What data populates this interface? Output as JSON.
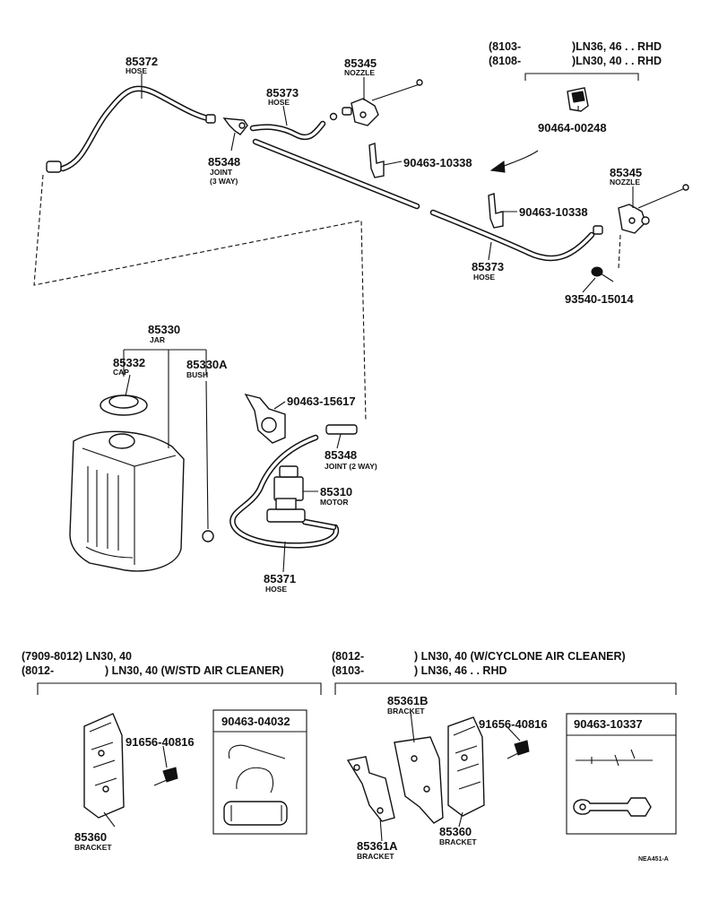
{
  "labels": {
    "hose_85372": {
      "pn": "85372",
      "name": "HOSE"
    },
    "nozzle_85345_top": {
      "pn": "85345",
      "name": "NOZZLE"
    },
    "hose_85373_top": {
      "pn": "85373",
      "name": "HOSE"
    },
    "joint_85348_top": {
      "pn": "85348",
      "name": "JOINT",
      "name2": "(3 WAY)"
    },
    "clip_90463_10338_a": {
      "pn": "90463-10338"
    },
    "clip_90463_10338_b": {
      "pn": "90463-10338"
    },
    "clip_90464_00248": {
      "pn": "90464-00248"
    },
    "nozzle_85345_right": {
      "pn": "85345",
      "name": "NOZZLE"
    },
    "hose_85373_right": {
      "pn": "85373",
      "name": "HOSE"
    },
    "screw_93540_15014": {
      "pn": "93540-15014"
    },
    "jar_85330": {
      "pn": "85330",
      "name": "JAR"
    },
    "cap_85332": {
      "pn": "85332",
      "name": "CAP"
    },
    "bush_85330a": {
      "pn": "85330A",
      "name": "BUSH"
    },
    "clamp_90463_15617": {
      "pn": "90463-15617"
    },
    "joint_85348_bottom": {
      "pn": "85348",
      "name": "JOINT (2 WAY)"
    },
    "motor_85310": {
      "pn": "85310",
      "name": "MOTOR"
    },
    "hose_85371": {
      "pn": "85371",
      "name": "HOSE"
    },
    "bracket_85360_left": {
      "pn": "85360",
      "name": "BRACKET"
    },
    "bolt_91656_40816_left": {
      "pn": "91656-40816"
    },
    "box_90463_04032": {
      "pn": "90463-04032"
    },
    "bracket_85361b": {
      "pn": "85361B",
      "name": "BRACKET"
    },
    "bolt_91656_40816_right": {
      "pn": "91656-40816"
    },
    "box_90463_10337": {
      "pn": "90463-10337"
    },
    "bracket_85360_right": {
      "pn": "85360",
      "name": "BRACKET"
    },
    "bracket_85361a": {
      "pn": "85361A",
      "name": "BRACKET"
    }
  },
  "conditions": {
    "rhd_line1": {
      "code": "(8103-",
      "models": ")LN36, 46 . . RHD"
    },
    "rhd_line2": {
      "code": "(8108-",
      "models": ")LN30, 40 . . RHD"
    },
    "left_line1": {
      "code": "(7909-8012) LN30, 40",
      "models": ""
    },
    "left_line2": {
      "code": "(8012-",
      "models": ") LN30, 40 (W/STD AIR CLEANER)"
    },
    "right_line1": {
      "code": "(8012-",
      "models": ") LN30, 40 (W/CYCLONE AIR CLEANER)"
    },
    "right_line2": {
      "code": "(8103-",
      "models": ") LN36, 46 . . RHD"
    }
  },
  "footer": {
    "ref": "NEA451-A"
  }
}
